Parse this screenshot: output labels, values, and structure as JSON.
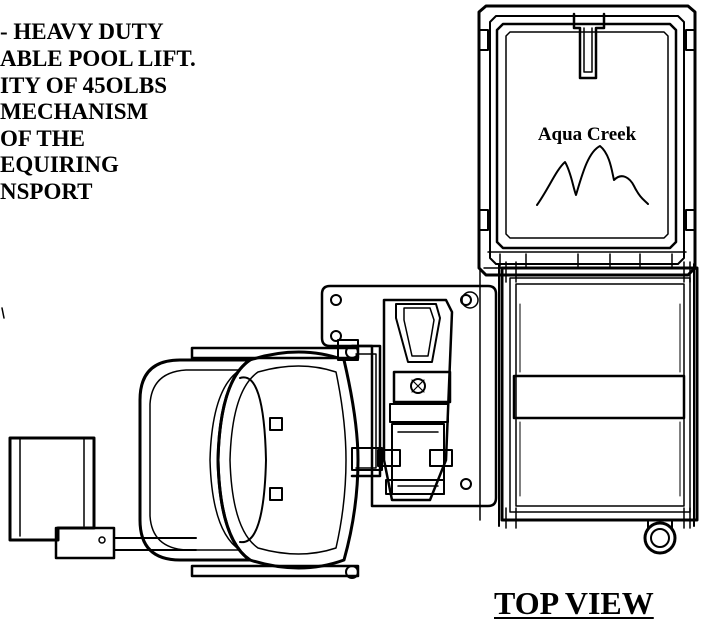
{
  "description": {
    "lines": [
      "- HEAVY DUTY",
      "ABLE POOL LIFT.",
      "ITY OF 45OLBS",
      "MECHANISM",
      "OF THE",
      "EQUIRING",
      "NSPORT"
    ]
  },
  "diagram": {
    "brand_label": "Aqua Creek",
    "view_title": "TOP VIEW"
  }
}
